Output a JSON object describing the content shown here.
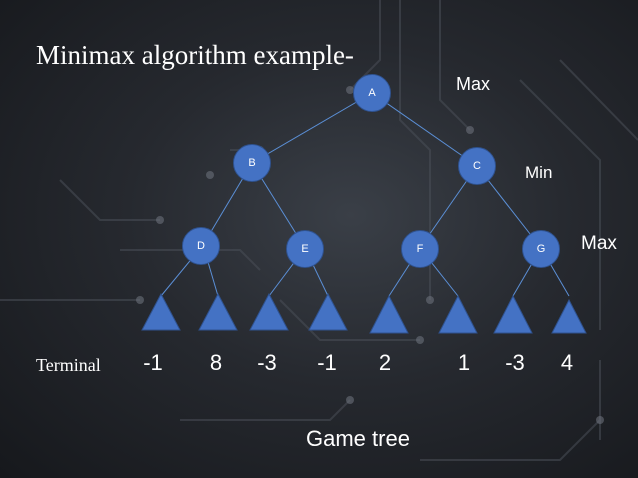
{
  "title": "Minimax algorithm example-",
  "levels": {
    "max_top": "Max",
    "min": "Min",
    "max_bottom": "Max"
  },
  "nodes": {
    "A": "A",
    "B": "B",
    "C": "C",
    "D": "D",
    "E": "E",
    "F": "F",
    "G": "G"
  },
  "terminal_label": "Terminal",
  "terminal_values": [
    "-1",
    "8",
    "-3",
    "-1",
    "2",
    "1",
    "-3",
    "4"
  ],
  "caption": "Game tree",
  "colors": {
    "node_fill": "#4472c4",
    "edge": "#5b8fd6",
    "text": "#ffffff"
  }
}
